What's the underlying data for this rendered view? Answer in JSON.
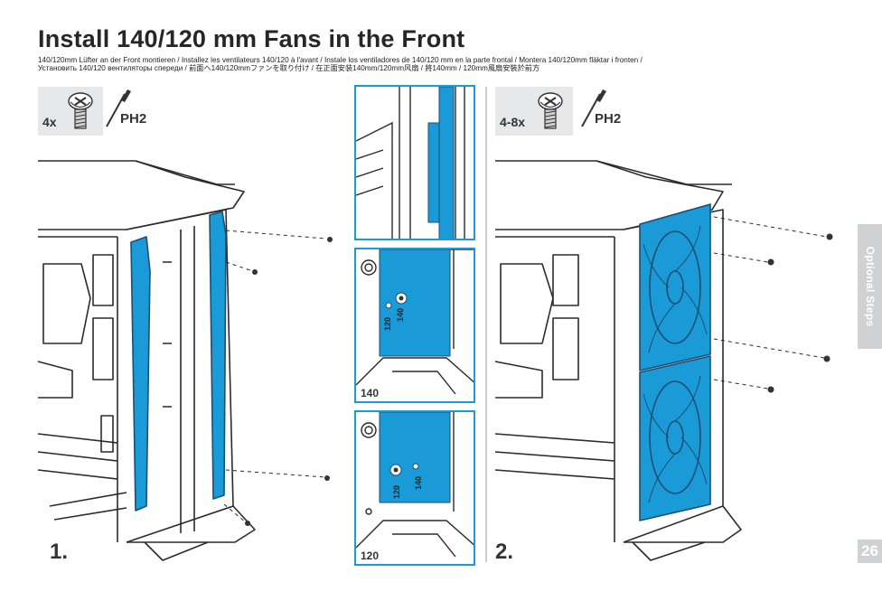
{
  "page": {
    "title": "Install 140/120 mm Fans in the Front",
    "subtitle_line1": "140/120mm Lüfter an der Front montieren / Installez les ventilateurs 140/120 à l'avant / Instale los ventiladores de 140/120 mm en la parte frontal / Montera 140/120mm fläktar i fronten /",
    "subtitle_line2": "Установить 140/120 вентиляторы спереди / 前面へ140/120mmファンを取り付け / 在正面安装140mm/120mm风扇 / 將140mm / 120mm風扇安裝於前方",
    "section_label": "Optional Steps",
    "page_number": "26"
  },
  "step1": {
    "label": "1.",
    "screw_qty": "4x",
    "tool": "PH2"
  },
  "step2": {
    "label": "2.",
    "screw_qty": "4-8x",
    "tool": "PH2"
  },
  "details": [
    {
      "tag": "",
      "marks": []
    },
    {
      "tag": "140",
      "marks": [
        "140",
        "120"
      ]
    },
    {
      "tag": "120",
      "marks": [
        "140",
        "120"
      ]
    }
  ],
  "colors": {
    "fan_blue": "#1a9ad6",
    "line": "#2b2b2b",
    "badge_bg": "#e7e8ea",
    "sideband": "#cfd1d3"
  },
  "icons": [
    "screw-icon",
    "screwdriver-icon"
  ]
}
